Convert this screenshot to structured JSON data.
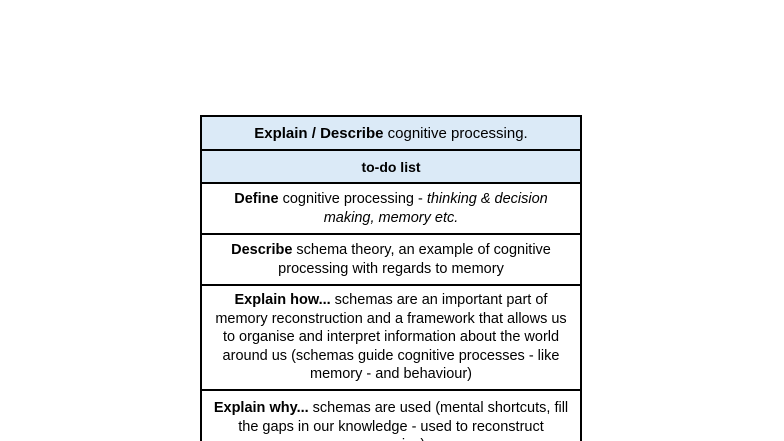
{
  "table": {
    "title": {
      "bold": "Explain / Describe",
      "rest": " cognitive processing."
    },
    "subtitle": "to-do list",
    "rows": [
      {
        "lead": "Define",
        "text": " cognitive processing - ",
        "italic": "thinking & decision making, memory etc."
      },
      {
        "lead": "Describe",
        "text": " schema theory, an example of cognitive processing with regards to memory"
      },
      {
        "lead": "Explain how...",
        "text": "  schemas are an important part of memory reconstruction and a framework that allows us to organise and interpret information about the world around us (schemas guide cognitive processes - like memory - and behaviour)"
      },
      {
        "lead": "Explain why...",
        "text": " schemas are used (mental shortcuts, fill the gaps in our knowledge - used to reconstruct memories)"
      }
    ]
  }
}
